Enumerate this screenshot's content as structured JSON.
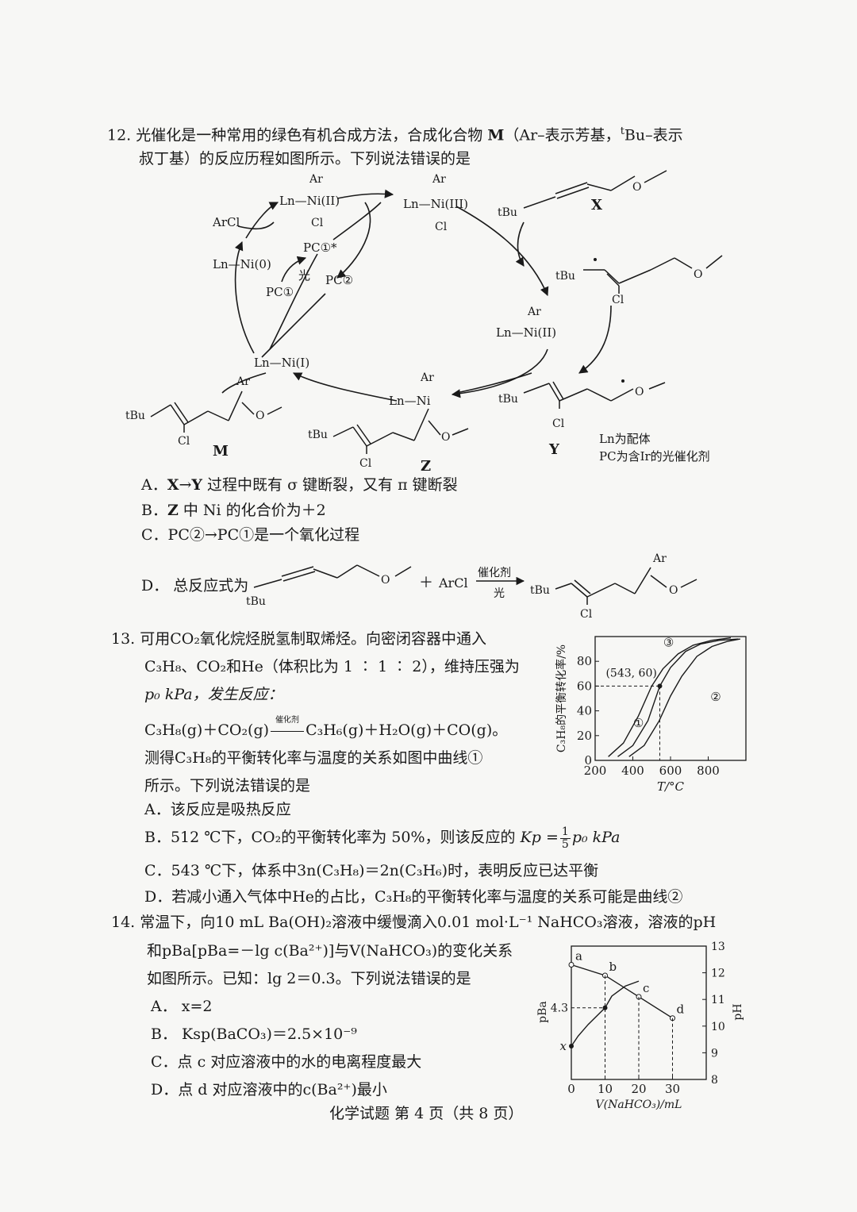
{
  "q12": {
    "number": "12.",
    "stem_line1": "光催化是一种常用的绿色有机合成方法，合成化合物",
    "stem_M": "M",
    "stem_line1b": "（Ar–表示芳基，",
    "stem_tbu_sup": "t",
    "stem_line1c": "Bu–表示",
    "stem_line2": "叔丁基）的反应历程如图所示。下列说法错误的是",
    "diagram": {
      "ni2_top": "Ln—Ni(II)",
      "ni3": "Ln—Ni(III)",
      "ar": "Ar",
      "cl": "Cl",
      "arcl": "ArCl",
      "ni0": "Ln—Ni(0)",
      "pc1_star": "PC①*",
      "guang": "光",
      "pc2": "PC②",
      "pc1": "PC①",
      "ni1": "Ln—Ni(I)",
      "ni2_right": "Ln—Ni(II)",
      "z_ni": "Ln—Ni",
      "tbu": "tBu",
      "o": "O",
      "label_x": "X",
      "label_y": "Y",
      "label_z": "Z",
      "label_m": "M",
      "note1": "Ln为配体",
      "note2": "PC为含Ir的光催化剂"
    },
    "options": {
      "a_letter": "A．",
      "a_x": "X",
      "a_arrow": "→",
      "a_y": "Y",
      "a_text": "过程中既有 σ 键断裂，又有 π 键断裂",
      "b_letter": "B．",
      "b_z": "Z",
      "b_text": "中 Ni 的化合价为＋2",
      "c_letter": "C．",
      "c_text": "PC②→PC①是一个氧化过程",
      "d_letter": "D．",
      "d_text": "总反应式为",
      "d_plus": "＋",
      "d_arcl": "ArCl",
      "d_cat": "催化剂",
      "d_light": "光"
    }
  },
  "q13": {
    "number": "13.",
    "line1": "可用CO₂氧化烷烃脱氢制取烯烃。向密闭容器中通入",
    "line2": "C₃H₈、CO₂和He（体积比为 1 ∶ 1 ∶ 2），维持压强为",
    "line3": "p₀ kPa，发生反应：",
    "equation_left": "C₃H₈(g)＋CO₂(g)",
    "equation_cat": "催化剂",
    "equation_right": "C₃H₆(g)＋H₂O(g)＋CO(g)。",
    "line5": "测得C₃H₈的平衡转化率与温度的关系如图中曲线①",
    "line6": "所示。下列说法错误的是",
    "a": "A．该反应是吸热反应",
    "b_prefix": "B．512 ℃下，CO₂的平衡转化率为 50%，则该反应的",
    "b_kp": "Kp =",
    "b_num": "1",
    "b_den": "5",
    "b_suffix": "p₀ kPa",
    "c": "C．543 ℃下，体系中3n(C₃H₈)＝2n(C₃H₆)时，表明反应已达平衡",
    "d": "D．若减小通入气体中He的占比，C₃H₈的平衡转化率与温度的关系可能是曲线②"
  },
  "q14": {
    "number": "14.",
    "line1": "常温下，向10 mL Ba(OH)₂溶液中缓慢滴入0.01 mol·L⁻¹ NaHCO₃溶液，溶液的pH",
    "line2": "和pBa[pBa=－lg c(Ba²⁺)]与V(NaHCO₃)的变化关系",
    "line3": "如图所示。已知：lg 2＝0.3。下列说法错误的是",
    "a": "A．  x=2",
    "b": "B．  Ksp(BaCO₃)＝2.5×10⁻⁹",
    "c": "C．点 c 对应溶液中的水的电离程度最大",
    "d": "D．点 d 对应溶液中的c(Ba²⁺)最小"
  },
  "footer": "化学试题 第 4 页（共 8 页）",
  "chart_data": [
    {
      "type": "line",
      "ylabel": "C₃H₈的平衡转化率/%",
      "xlabel": "T/°C",
      "x_ticks": [
        200,
        400,
        600,
        800
      ],
      "y_ticks": [
        0,
        20,
        40,
        60,
        80
      ],
      "xlim": [
        200,
        1000
      ],
      "ylim": [
        0,
        100
      ],
      "annotation": "(543, 60)",
      "annotation_point": [
        543,
        60
      ],
      "series": [
        {
          "name": "①",
          "x": [
            320,
            400,
            480,
            543,
            600,
            680,
            760,
            860,
            960
          ],
          "y": [
            3,
            12,
            32,
            60,
            75,
            88,
            94,
            97,
            98
          ]
        },
        {
          "name": "②",
          "x": [
            380,
            460,
            540,
            600,
            660,
            740,
            820,
            900,
            970
          ],
          "y": [
            3,
            12,
            32,
            52,
            68,
            84,
            92,
            96,
            98
          ]
        },
        {
          "name": "③",
          "x": [
            270,
            350,
            430,
            500,
            560,
            640,
            720,
            820,
            920
          ],
          "y": [
            3,
            14,
            36,
            60,
            74,
            86,
            93,
            97,
            99
          ]
        }
      ]
    },
    {
      "type": "line",
      "xlabel": "V(NaHCO₃)/mL",
      "ylabel_left": "pBa",
      "ylabel_right": "pH",
      "x_ticks": [
        0,
        10,
        20,
        30
      ],
      "right_ticks": [
        8,
        9,
        10,
        11,
        12,
        13
      ],
      "left_marks": [
        "4.3",
        "x"
      ],
      "xlim": [
        0,
        40
      ],
      "pH_range": [
        8,
        13
      ],
      "points": [
        {
          "label": "a",
          "x": 0,
          "pH": 12.3
        },
        {
          "label": "b",
          "x": 10,
          "pH": 11.9
        },
        {
          "label": "c",
          "x": 20,
          "pH": 11.1
        },
        {
          "label": "d",
          "x": 30,
          "pH": 10.3
        }
      ],
      "pBa_curve_x": [
        0,
        2,
        5,
        8,
        10,
        12,
        16,
        20
      ],
      "pBa_curve_y": [
        2,
        2.6,
        3.3,
        3.9,
        4.3,
        5.0,
        5.6,
        5.9
      ]
    }
  ]
}
